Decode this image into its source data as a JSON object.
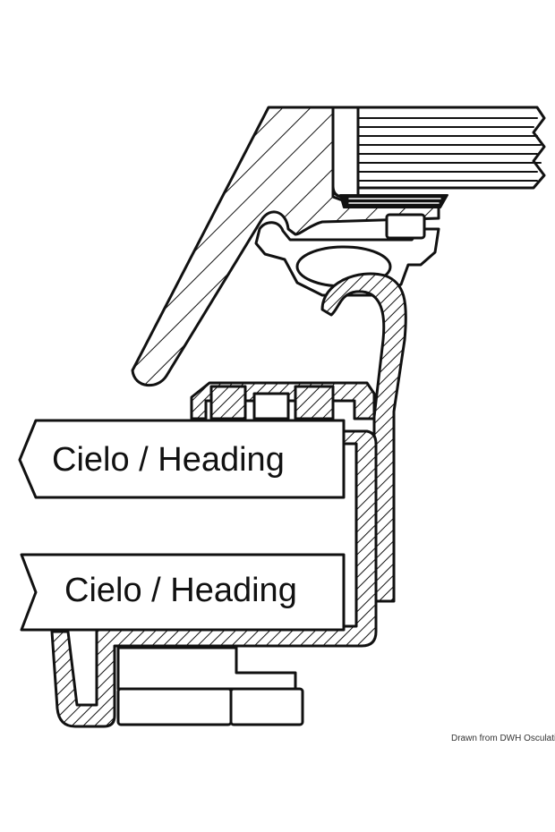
{
  "labels": {
    "upper": "Cielo / Heading",
    "lower": "Cielo / Heading"
  },
  "credit": "Drawn from DWH Osculati SpA",
  "colors": {
    "stroke": "#111111",
    "background": "#ffffff"
  }
}
